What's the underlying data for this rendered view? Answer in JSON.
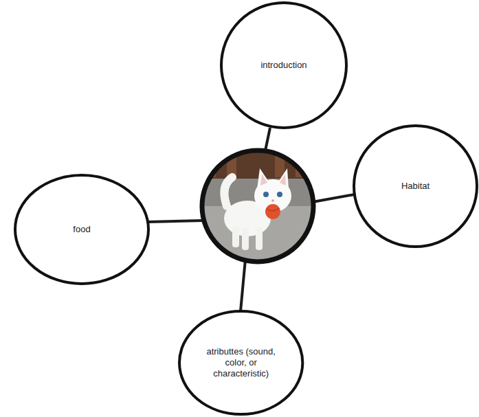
{
  "diagram": {
    "nodes": [
      {
        "text": [
          "introduction"
        ]
      },
      {
        "text": [
          "Habitat"
        ]
      },
      {
        "text": [
          "food"
        ]
      },
      {
        "text": [
          "atributtes (sound, color, or characteristic)"
        ]
      }
    ]
  }
}
